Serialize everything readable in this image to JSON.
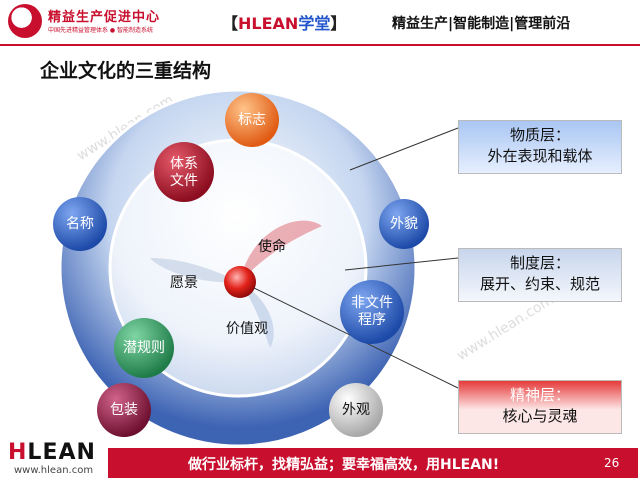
{
  "header": {
    "org_name": "精益生产促进中心",
    "org_sub": "中国先进精益管理体系 ● 智能制造系统",
    "bracket_left": "【",
    "brand_hlean": "HLEAN",
    "brand_xuetang": "学堂",
    "bracket_right": "】",
    "tagline": "精益生产|智能制造|管理前沿"
  },
  "slide": {
    "title": "企业文化的三重结构"
  },
  "watermark": "www.hlean.com",
  "outer_nodes": [
    {
      "label": "标志"
    },
    {
      "label": "体系\n文件"
    },
    {
      "label": "名称"
    },
    {
      "label": "外貌"
    },
    {
      "label": "非文件\n程序"
    },
    {
      "label": "潜规则"
    },
    {
      "label": "包装"
    },
    {
      "label": "外观"
    }
  ],
  "core": {
    "mission": "使命",
    "vision": "愿景",
    "values": "价值观"
  },
  "panels": {
    "material": {
      "title": "物质层：",
      "desc": "外在表现和载体"
    },
    "system": {
      "title": "制度层：",
      "desc": "展开、约束、规范"
    },
    "spirit": {
      "title": "精神层：",
      "desc": "核心与灵魂"
    }
  },
  "colors": {
    "brand_red": "#c8102e",
    "node_orange": "#f07d2a",
    "node_darkred": "#a8142a",
    "node_blue": "#2a5fc8",
    "node_green": "#2f9e5e",
    "node_maroon": "#8e1f3e",
    "node_gray": "#d9d9d9"
  },
  "footer": {
    "logo_h": "H",
    "logo_rest": "LEAN",
    "url": "www.hlean.com",
    "slogan": "做行业标杆，找精弘益；要幸福高效，用HLEAN!",
    "page": "26"
  }
}
